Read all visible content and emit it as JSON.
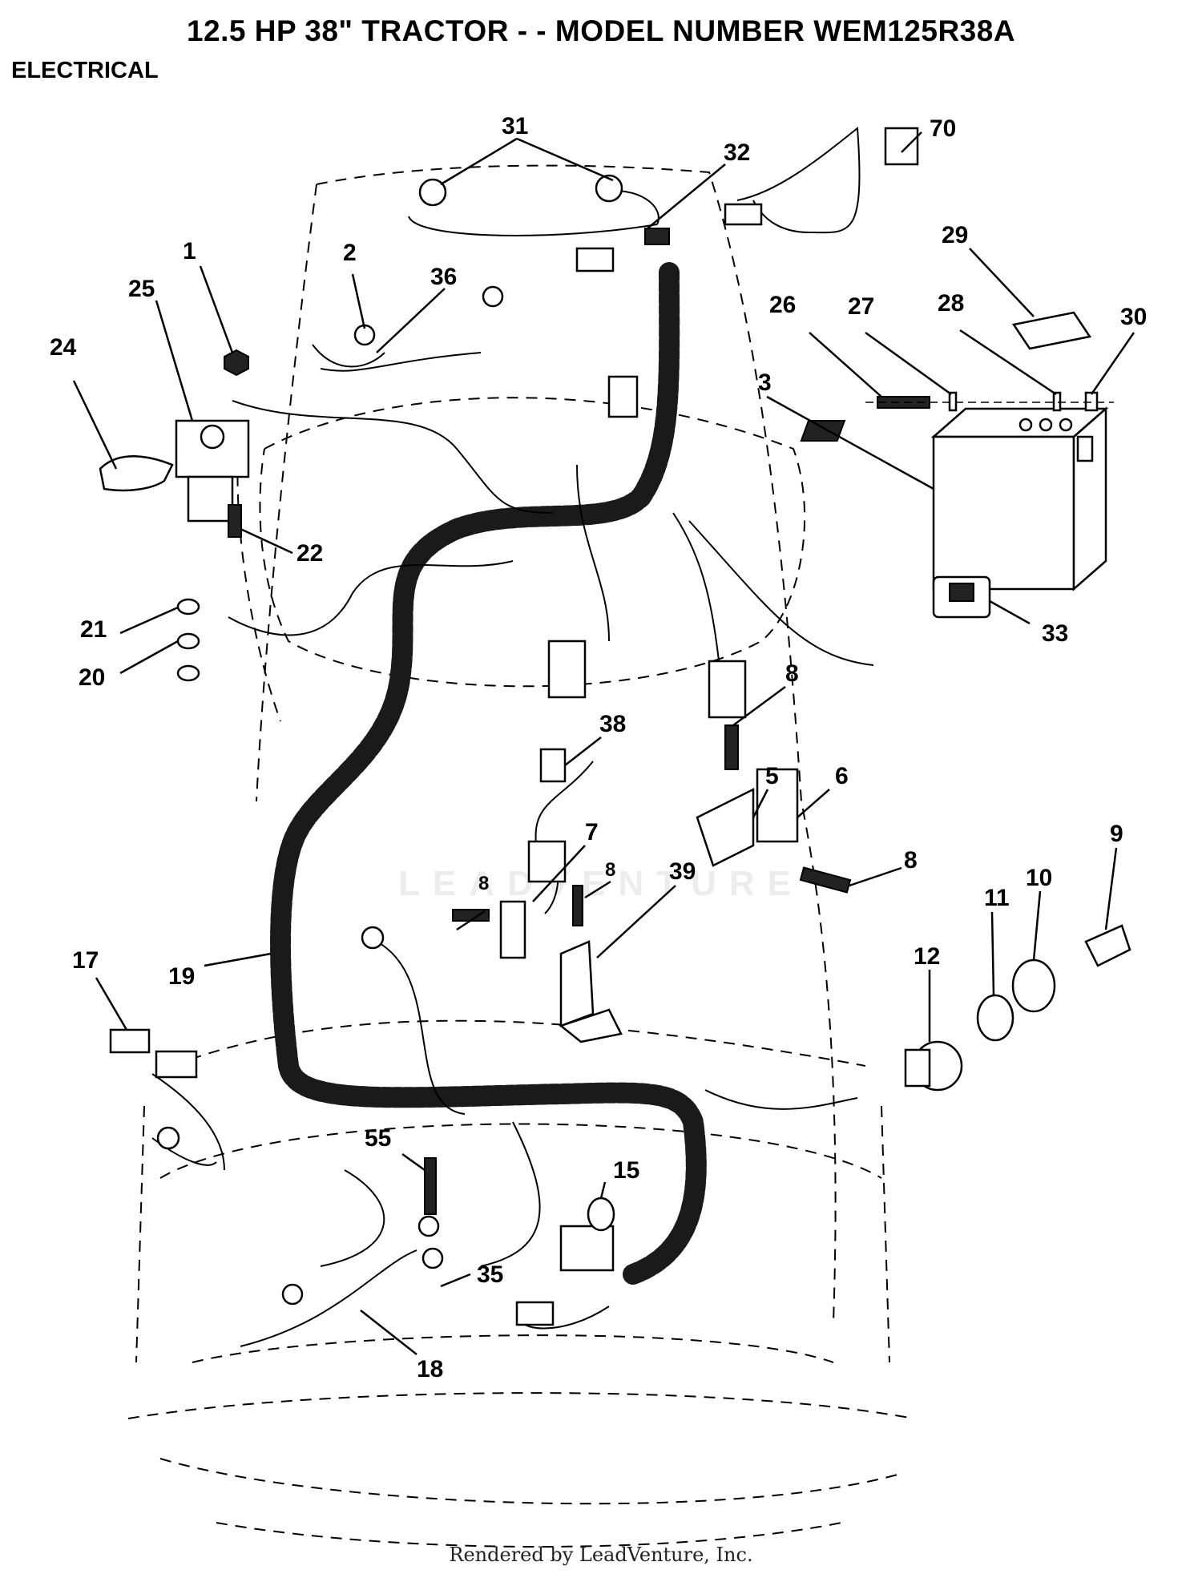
{
  "header": {
    "title": "12.5 HP 38\" TRACTOR - - MODEL NUMBER WEM125R38A",
    "section": "ELECTRICAL"
  },
  "watermark": "LEADVENTURE",
  "footer": "Rendered by LeadVenture, Inc.",
  "callouts": [
    "31",
    "32",
    "70",
    "29",
    "2",
    "36",
    "1",
    "25",
    "24",
    "26",
    "27",
    "28",
    "30",
    "3",
    "22",
    "21",
    "20",
    "33",
    "8",
    "38",
    "5",
    "6",
    "7",
    "39",
    "9",
    "10",
    "11",
    "12",
    "17",
    "19",
    "55",
    "15",
    "35",
    "18"
  ]
}
